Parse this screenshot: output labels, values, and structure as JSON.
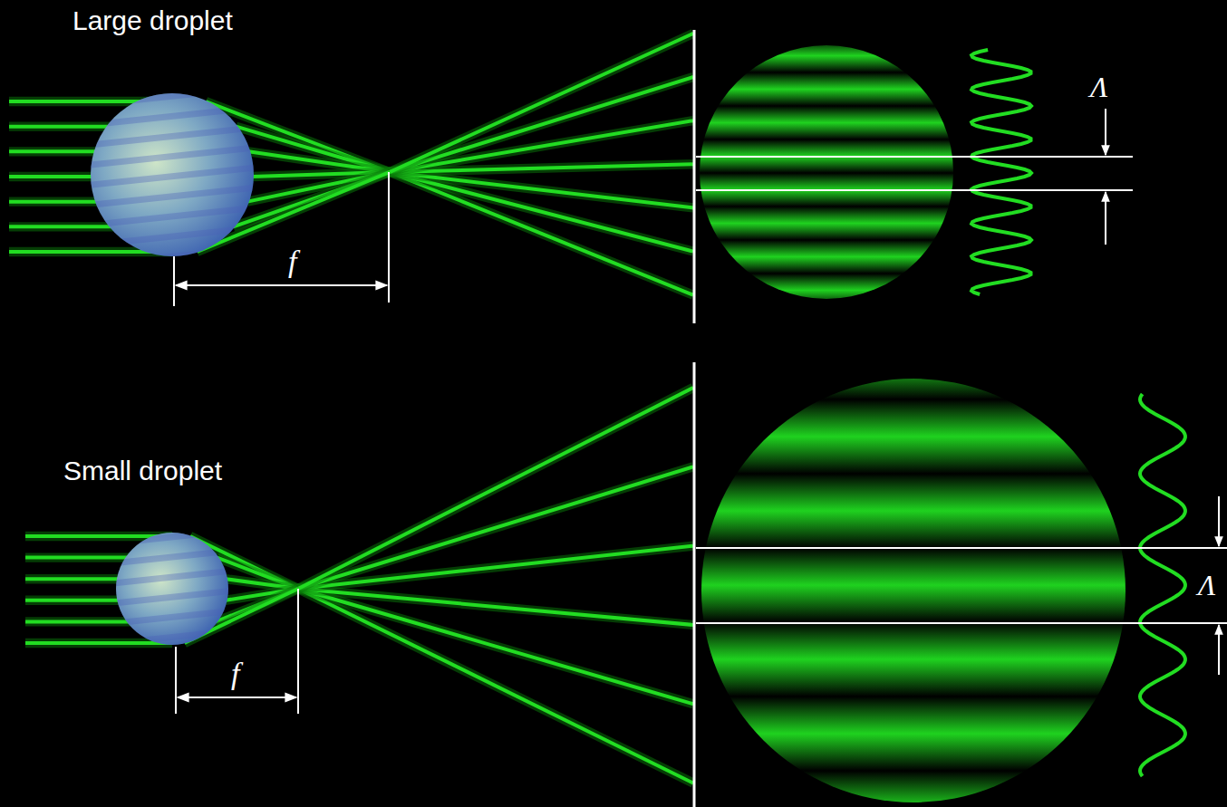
{
  "diagram": {
    "labels": [
      "Large droplet",
      "f",
      "Λ",
      "Small droplet",
      "f",
      "Λ"
    ]
  }
}
